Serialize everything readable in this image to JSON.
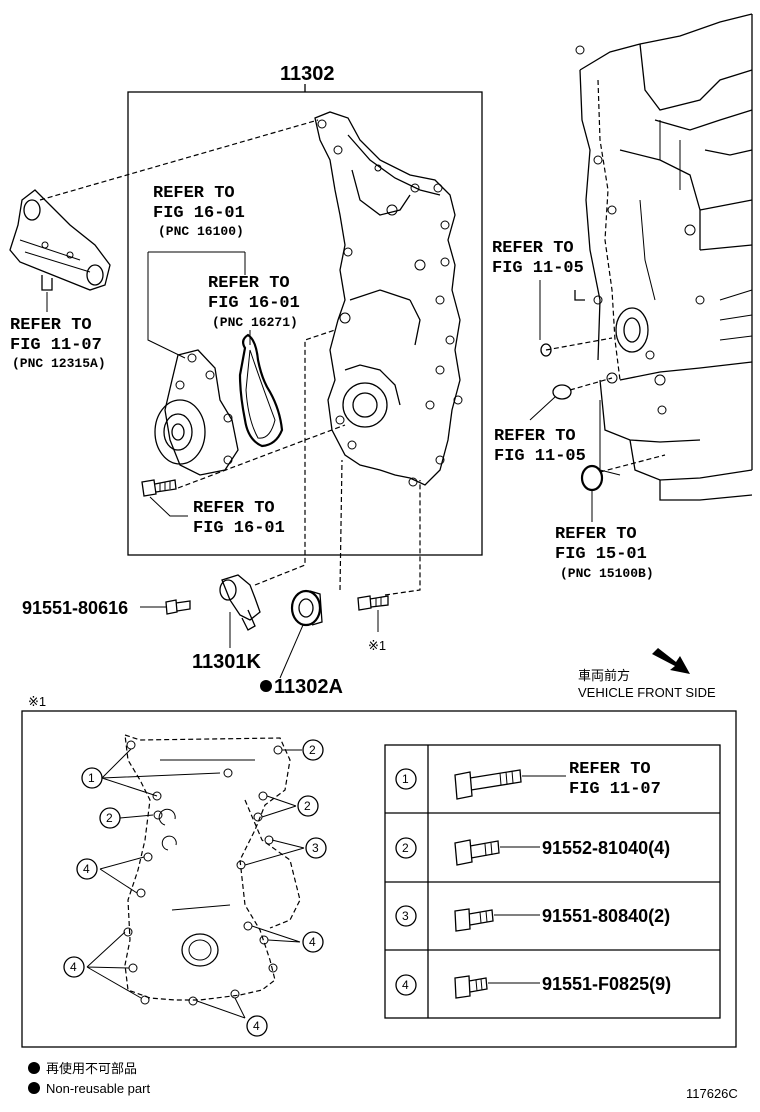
{
  "main": {
    "assembly_number": "11302",
    "part_water_pump_ref": {
      "line1": "REFER TO",
      "line2": "FIG 16-01",
      "line3": "(PNC 16100)"
    },
    "part_gasket_ref": {
      "line1": "REFER TO",
      "line2": "FIG 16-01",
      "line3": "(PNC 16271)"
    },
    "part_mount_ref": {
      "line1": "REFER TO",
      "line2": "FIG 11-07",
      "line3": "(PNC 12315A)"
    },
    "part_bolt_ref": {
      "line1": "REFER TO",
      "line2": "FIG 16-01"
    },
    "part_block_ref_a": {
      "line1": "REFER TO",
      "line2": "FIG 11-05"
    },
    "part_block_ref_b": {
      "line1": "REFER TO",
      "line2": "FIG 11-05"
    },
    "part_oring_ref": {
      "line1": "REFER TO",
      "line2": "FIG 15-01",
      "line3": "(PNC 15100B)"
    },
    "part_bolt_left": "91551-80616",
    "part_sensor": "11301K",
    "part_seal": "11302A",
    "bolt_note_mark": "※1",
    "vehicle_front_jp": "車両前方",
    "vehicle_front_en": "VEHICLE FRONT SIDE"
  },
  "detail": {
    "note_mark": "※1",
    "callouts": [
      "1",
      "2",
      "3",
      "4"
    ],
    "table_rows": [
      {
        "index": "1",
        "line1": "REFER TO",
        "line2": "FIG 11-07"
      },
      {
        "index": "2",
        "part": "91552-81040(4)"
      },
      {
        "index": "3",
        "part": "91551-80840(2)"
      },
      {
        "index": "4",
        "part": "91551-F0825(9)"
      }
    ]
  },
  "legend": {
    "jp": "再使用不可部品",
    "en": "Non-reusable part"
  },
  "figure_id": "117626C"
}
